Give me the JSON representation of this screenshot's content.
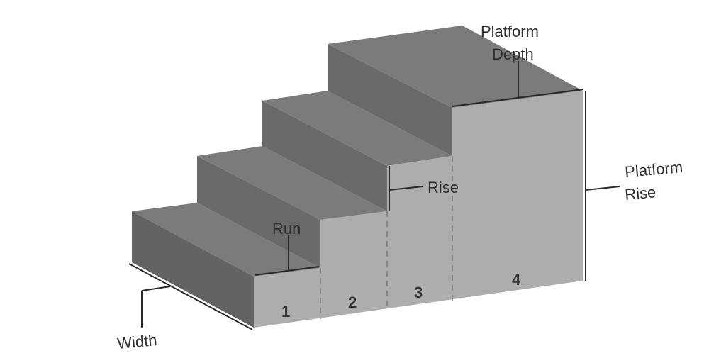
{
  "diagram": {
    "labels": {
      "platform_depth_line1": "Platform",
      "platform_depth_line2": "Depth",
      "platform_rise_line1": "Platform",
      "platform_rise_line2": "Rise",
      "rise": "Rise",
      "run": "Run",
      "width": "Width"
    },
    "step_numbers": [
      "1",
      "2",
      "3",
      "4"
    ],
    "colors": {
      "tread_top": "#7b7b7b",
      "riser_dark": "#6a6a6a",
      "left_side": "#636363",
      "front_face": "#adadae",
      "dashed_divider": "#7a7a7a",
      "callout_line": "#2a2a2a"
    }
  }
}
